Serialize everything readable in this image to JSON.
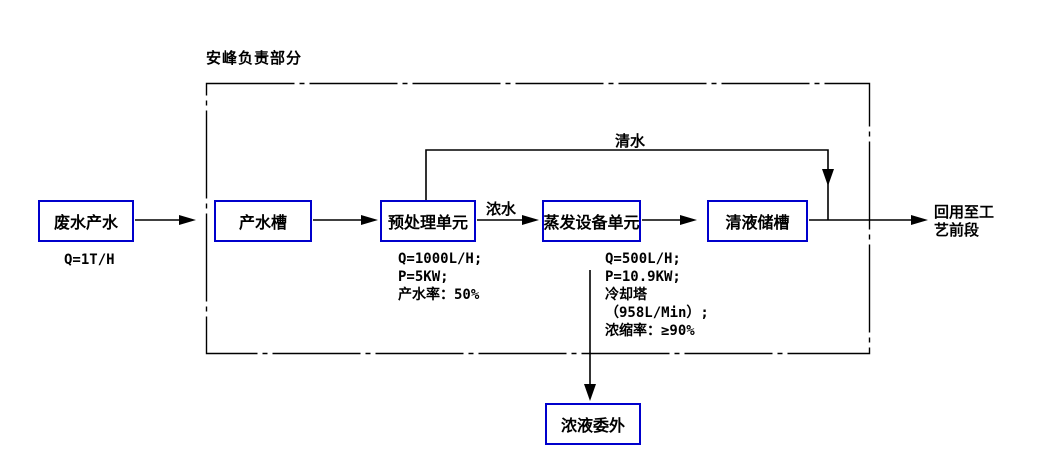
{
  "region": {
    "label": "安峰负责部分"
  },
  "nodes": {
    "wastewater": {
      "label": "废水产水",
      "note": "Q=1T/H"
    },
    "product_tank": {
      "label": "产水槽"
    },
    "pretreatment": {
      "label": "预处理单元",
      "notes": [
        "Q=1000L/H;",
        "P=5KW;",
        "产水率：50%"
      ]
    },
    "evaporation": {
      "label": "蒸发设备单元",
      "notes": [
        "Q=500L/H;",
        "P=10.9KW;",
        "冷却塔",
        "（958L/Min）;",
        "浓缩率：≥90%"
      ]
    },
    "clear_tank": {
      "label": "清液储槽"
    },
    "concentrate": {
      "label": "浓液委外"
    }
  },
  "edges": {
    "concentrated_water_label": "浓水",
    "clean_water_label": "清水"
  },
  "output": {
    "line1": "回用至工",
    "line2": "艺前段"
  },
  "colors": {
    "node_border": "#0000cc",
    "line": "#000000",
    "text": "#000000",
    "canvas": "#ffffff"
  }
}
